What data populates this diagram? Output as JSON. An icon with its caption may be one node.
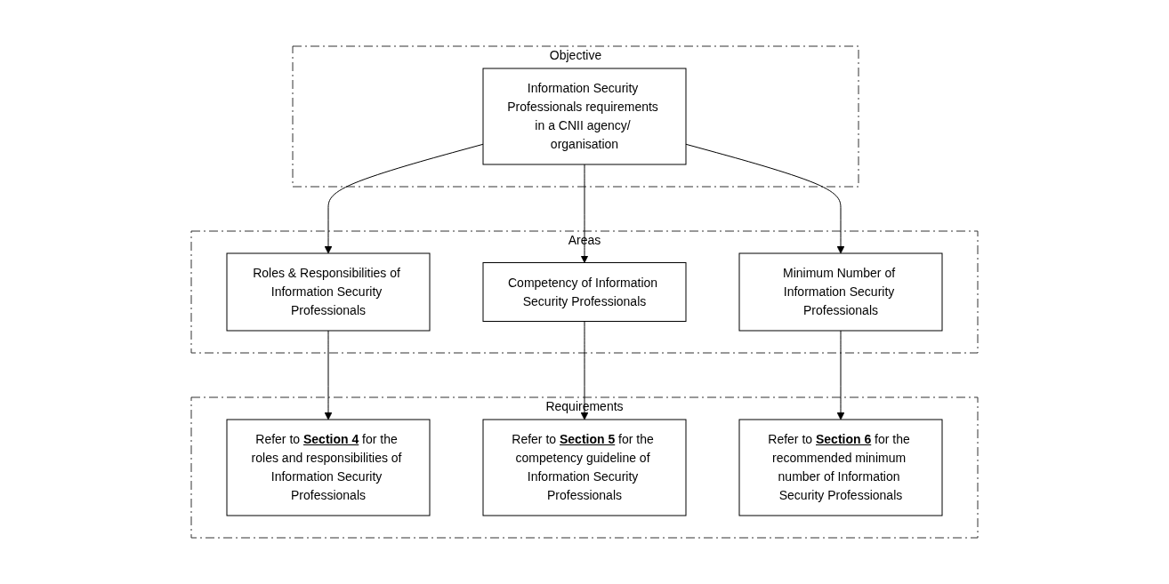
{
  "diagram": {
    "nodes": [
      {
        "text": [
          "Objective"
        ]
      },
      {
        "text": [
          "Information Security Professionals requirements in a CNII agency/ organisation"
        ],
        "in": 0
      },
      {
        "text": [
          "Areas"
        ]
      },
      {
        "text": [
          "Roles & Responsibilities of Information Security Professionals"
        ],
        "in": 2
      },
      {
        "text": [
          "Competency of Information Security Professionals"
        ],
        "in": 2
      },
      {
        "text": [
          "Minimum Number of Information Security Professionals"
        ],
        "in": 2
      },
      {
        "text": [
          "Requirements"
        ]
      },
      {
        "text": [
          "Refer to **Section 4** for the roles and responsibilities of Information Security Professionals"
        ],
        "in": 6
      },
      {
        "text": [
          "Refer to **Section 5** for the competency guideline of Information Security Professionals"
        ],
        "in": 6
      },
      {
        "text": [
          "Refer to **Section 6** for the recommended minimum number of Information Security Professionals"
        ],
        "in": 6
      }
    ],
    "edges": [
      {
        "from": 1,
        "to": 3,
        "arrow": "to"
      },
      {
        "from": 1,
        "to": 4,
        "arrow": "to"
      },
      {
        "from": 1,
        "to": 5,
        "arrow": "to"
      },
      {
        "from": 3,
        "to": 7,
        "arrow": "to"
      },
      {
        "from": 4,
        "to": 8,
        "arrow": "to"
      },
      {
        "from": 5,
        "to": 9,
        "arrow": "to"
      }
    ]
  }
}
